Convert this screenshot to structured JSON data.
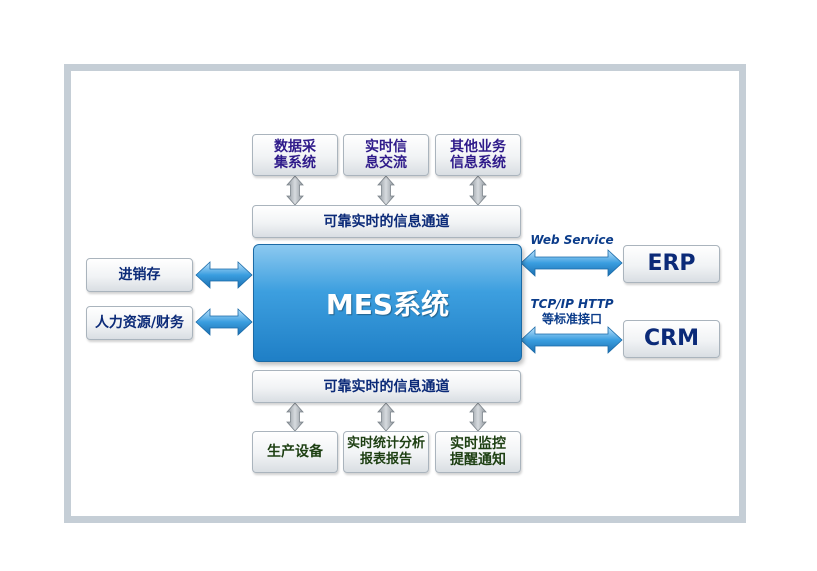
{
  "top_systems": [
    "数据采\n集系统",
    "实时信\n息交流",
    "其他业务\n信息系统"
  ],
  "channel_top": "可靠实时的信息通道",
  "channel_bottom": "可靠实时的信息通道",
  "core": "MES系统",
  "left_systems": [
    "进销存",
    "人力资源/财务"
  ],
  "right_systems": [
    "ERP",
    "CRM"
  ],
  "right_labels": {
    "web_service": "Web Service",
    "tcp_line1": "TCP/IP HTTP",
    "tcp_line2": "等标准接口"
  },
  "bottom_systems": [
    "生产设备",
    "实时统计分析\n报表报告",
    "实时监控\n提醒通知"
  ],
  "colors": {
    "core": "#2f8fd6",
    "arrow": "#3a9ee0",
    "top_text": "#2e1a8a",
    "bottom_text": "#1d3f12",
    "side_text": "#0b2a78"
  }
}
